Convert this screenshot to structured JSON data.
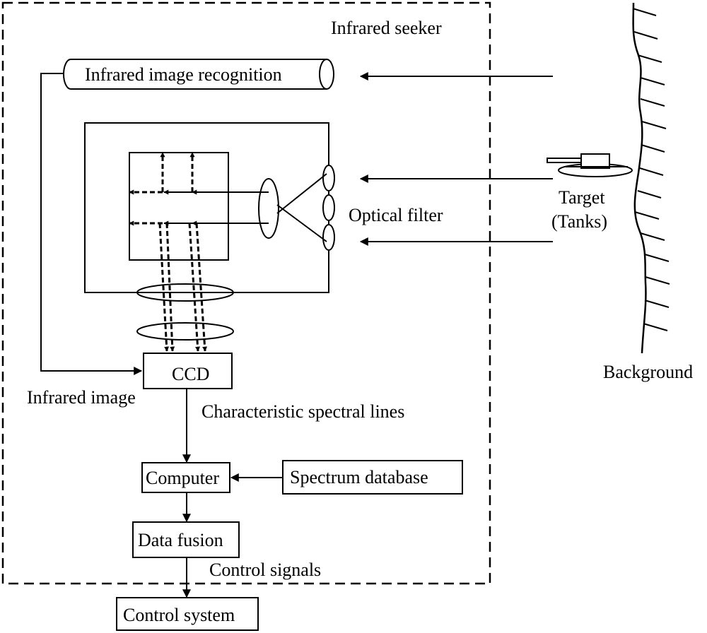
{
  "labels": {
    "infrared_seeker": "Infrared seeker",
    "infrared_image_recognition": "Infrared image recognition",
    "optical_filter": "Optical filter",
    "target_line1": "Target",
    "target_line2": "(Tanks)",
    "background": "Background",
    "ccd": "CCD",
    "infrared_image": "Infrared image",
    "characteristic_spectral_lines": "Characteristic spectral lines",
    "computer": "Computer",
    "spectrum_database": "Spectrum database",
    "data_fusion": "Data fusion",
    "control_signals": "Control signals",
    "control_system": "Control system"
  },
  "colors": {
    "stroke": "#000000",
    "background": "#ffffff"
  }
}
